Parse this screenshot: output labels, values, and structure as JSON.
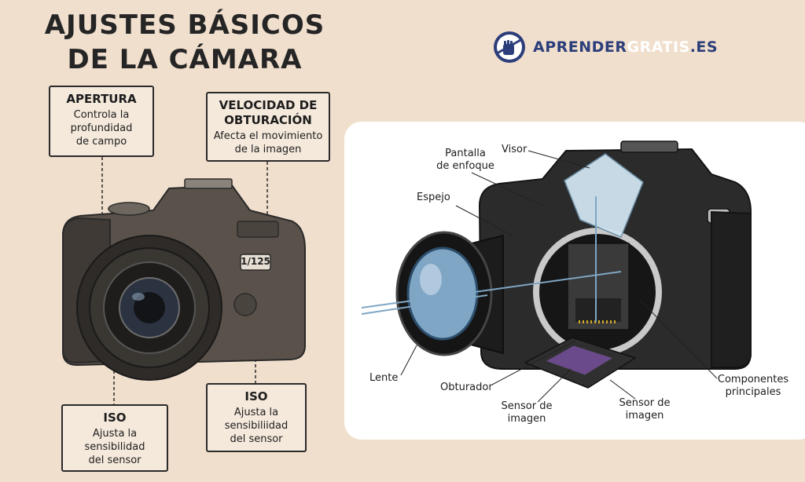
{
  "title": {
    "line1": "AJUSTES BÁSICOS",
    "line2": "DE LA CÁMARA"
  },
  "brand": {
    "part1": "APRENDER",
    "part2": "GRATIS",
    "part3": ".ES",
    "icon": "raised-fist-pencil-icon"
  },
  "callouts": {
    "apertura": {
      "heading": "APERTURA",
      "line1": "Controla la",
      "line2": "profundidad",
      "line3": "de campo"
    },
    "velocidad": {
      "heading1": "VELOCIDAD DE",
      "heading2": "OBTURACIÓN",
      "line1": "Afecta el movimiento",
      "line2": "de la imagen"
    },
    "iso_left": {
      "heading": "ISO",
      "line1": "Ajusta la",
      "line2": "sensibilidad",
      "line3": "del sensor"
    },
    "iso_right": {
      "heading": "ISO",
      "line1": "Ajusta la",
      "line2": "sensibiliidad",
      "line3": "del sensor"
    }
  },
  "camera_display": "1/125",
  "cutaway_labels": {
    "pantalla_1": "Pantalla",
    "pantalla_2": "de enfoque",
    "visor": "Visor",
    "espejo": "Espejo",
    "lente": "Lente",
    "obturador": "Obturador",
    "sensor_a_1": "Sensor de",
    "sensor_a_2": "imagen",
    "sensor_b_1": "Sensor de",
    "sensor_b_2": "imagen",
    "componentes_1": "Componentes",
    "componentes_2": "principales"
  },
  "colors": {
    "background": "#f1dfcd",
    "panel": "#ffffff",
    "brand_blue": "#2b3e7b",
    "camera_body": "#5a524a",
    "camera_dark": "#2a2a2a",
    "lens_glass": "#7fa6c4",
    "prism": "#cfe3ef",
    "sensor": "#6a4a8a"
  }
}
